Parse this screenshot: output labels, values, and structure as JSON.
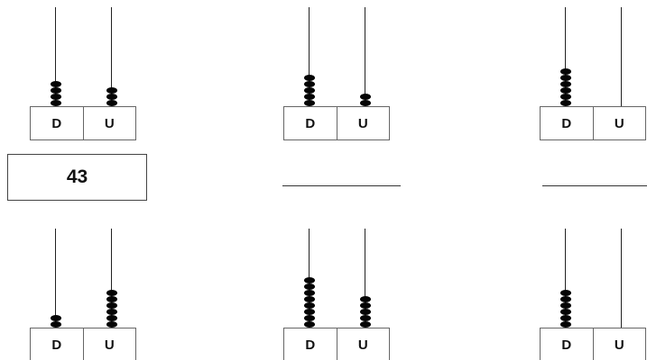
{
  "labels": {
    "tens": "D",
    "units": "U"
  },
  "exercises": [
    {
      "id": "row1-col1",
      "tens_beads": 4,
      "units_beads": 3,
      "answer": "43"
    },
    {
      "id": "row1-col2",
      "tens_beads": 5,
      "units_beads": 2,
      "answer": ""
    },
    {
      "id": "row1-col3",
      "tens_beads": 6,
      "units_beads": 0,
      "answer": ""
    },
    {
      "id": "row2-col1",
      "tens_beads": 2,
      "units_beads": 6,
      "answer": ""
    },
    {
      "id": "row2-col2",
      "tens_beads": 8,
      "units_beads": 5,
      "answer": ""
    },
    {
      "id": "row2-col3",
      "tens_beads": 6,
      "units_beads": 0,
      "answer": ""
    }
  ],
  "colors": {
    "bead": "#050505",
    "rod": "#222222",
    "frame": "#666666"
  }
}
